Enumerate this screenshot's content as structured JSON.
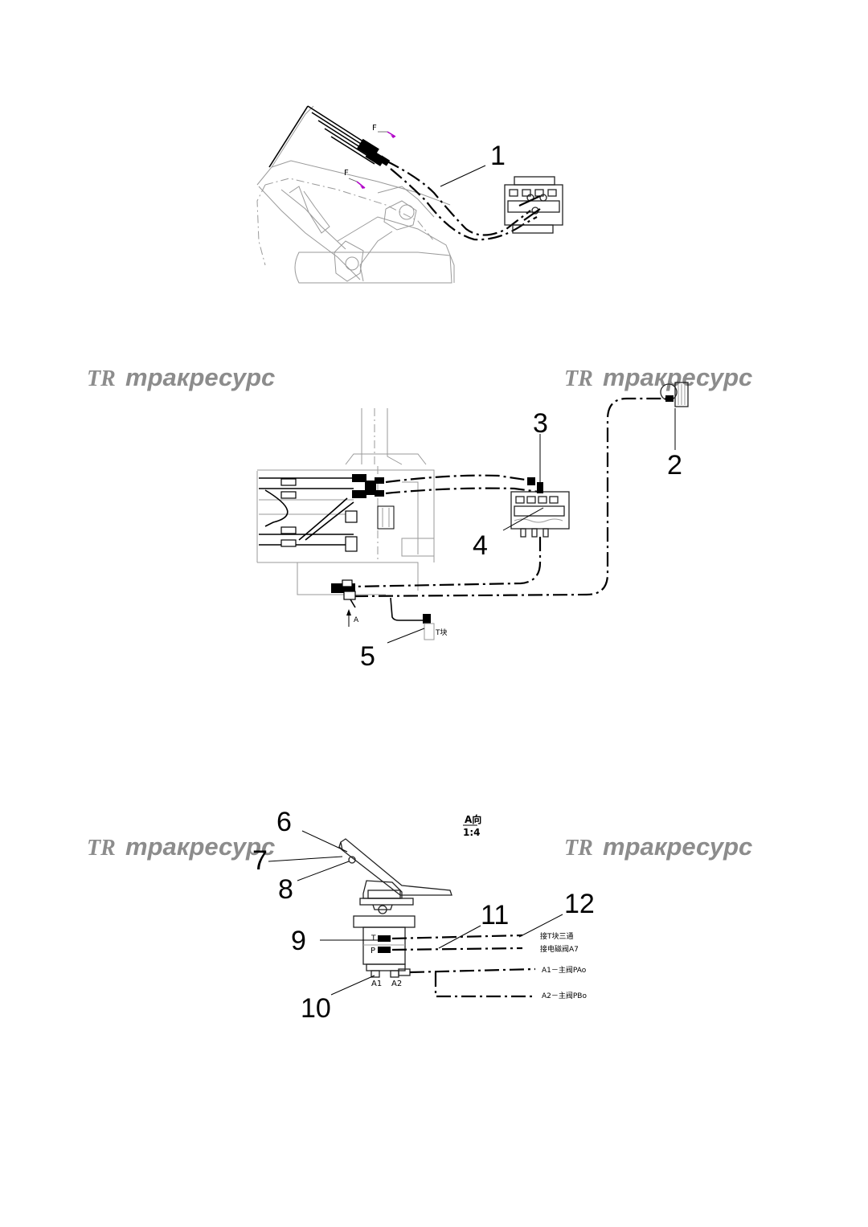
{
  "callouts": {
    "c1": "1",
    "c2": "2",
    "c3": "3",
    "c4": "4",
    "c5": "5",
    "c6": "6",
    "c7": "7",
    "c8": "8",
    "c9": "9",
    "c10": "10",
    "c11": "11",
    "c12": "12"
  },
  "view_labels": {
    "f1": "F",
    "f2": "F",
    "a": "A",
    "t_block": "T块"
  },
  "ports": {
    "t": "T",
    "p": "P",
    "a1": "A1",
    "a2": "A2"
  },
  "connections": {
    "to_t_block": "接T块三通",
    "to_solenoid": "接电磁阀A7",
    "a1_main": "A1－主阀PAo",
    "a2_main": "A2－主阀PBo"
  },
  "detail": {
    "view": "A向",
    "scale": "1:4"
  },
  "watermark": {
    "logo": "TR",
    "text": "тракресурс"
  },
  "colors": {
    "line": "#000000",
    "thin": "#9a9a9a",
    "watermark": "#8c8c8c",
    "arrow_accent": "#b000c8"
  }
}
